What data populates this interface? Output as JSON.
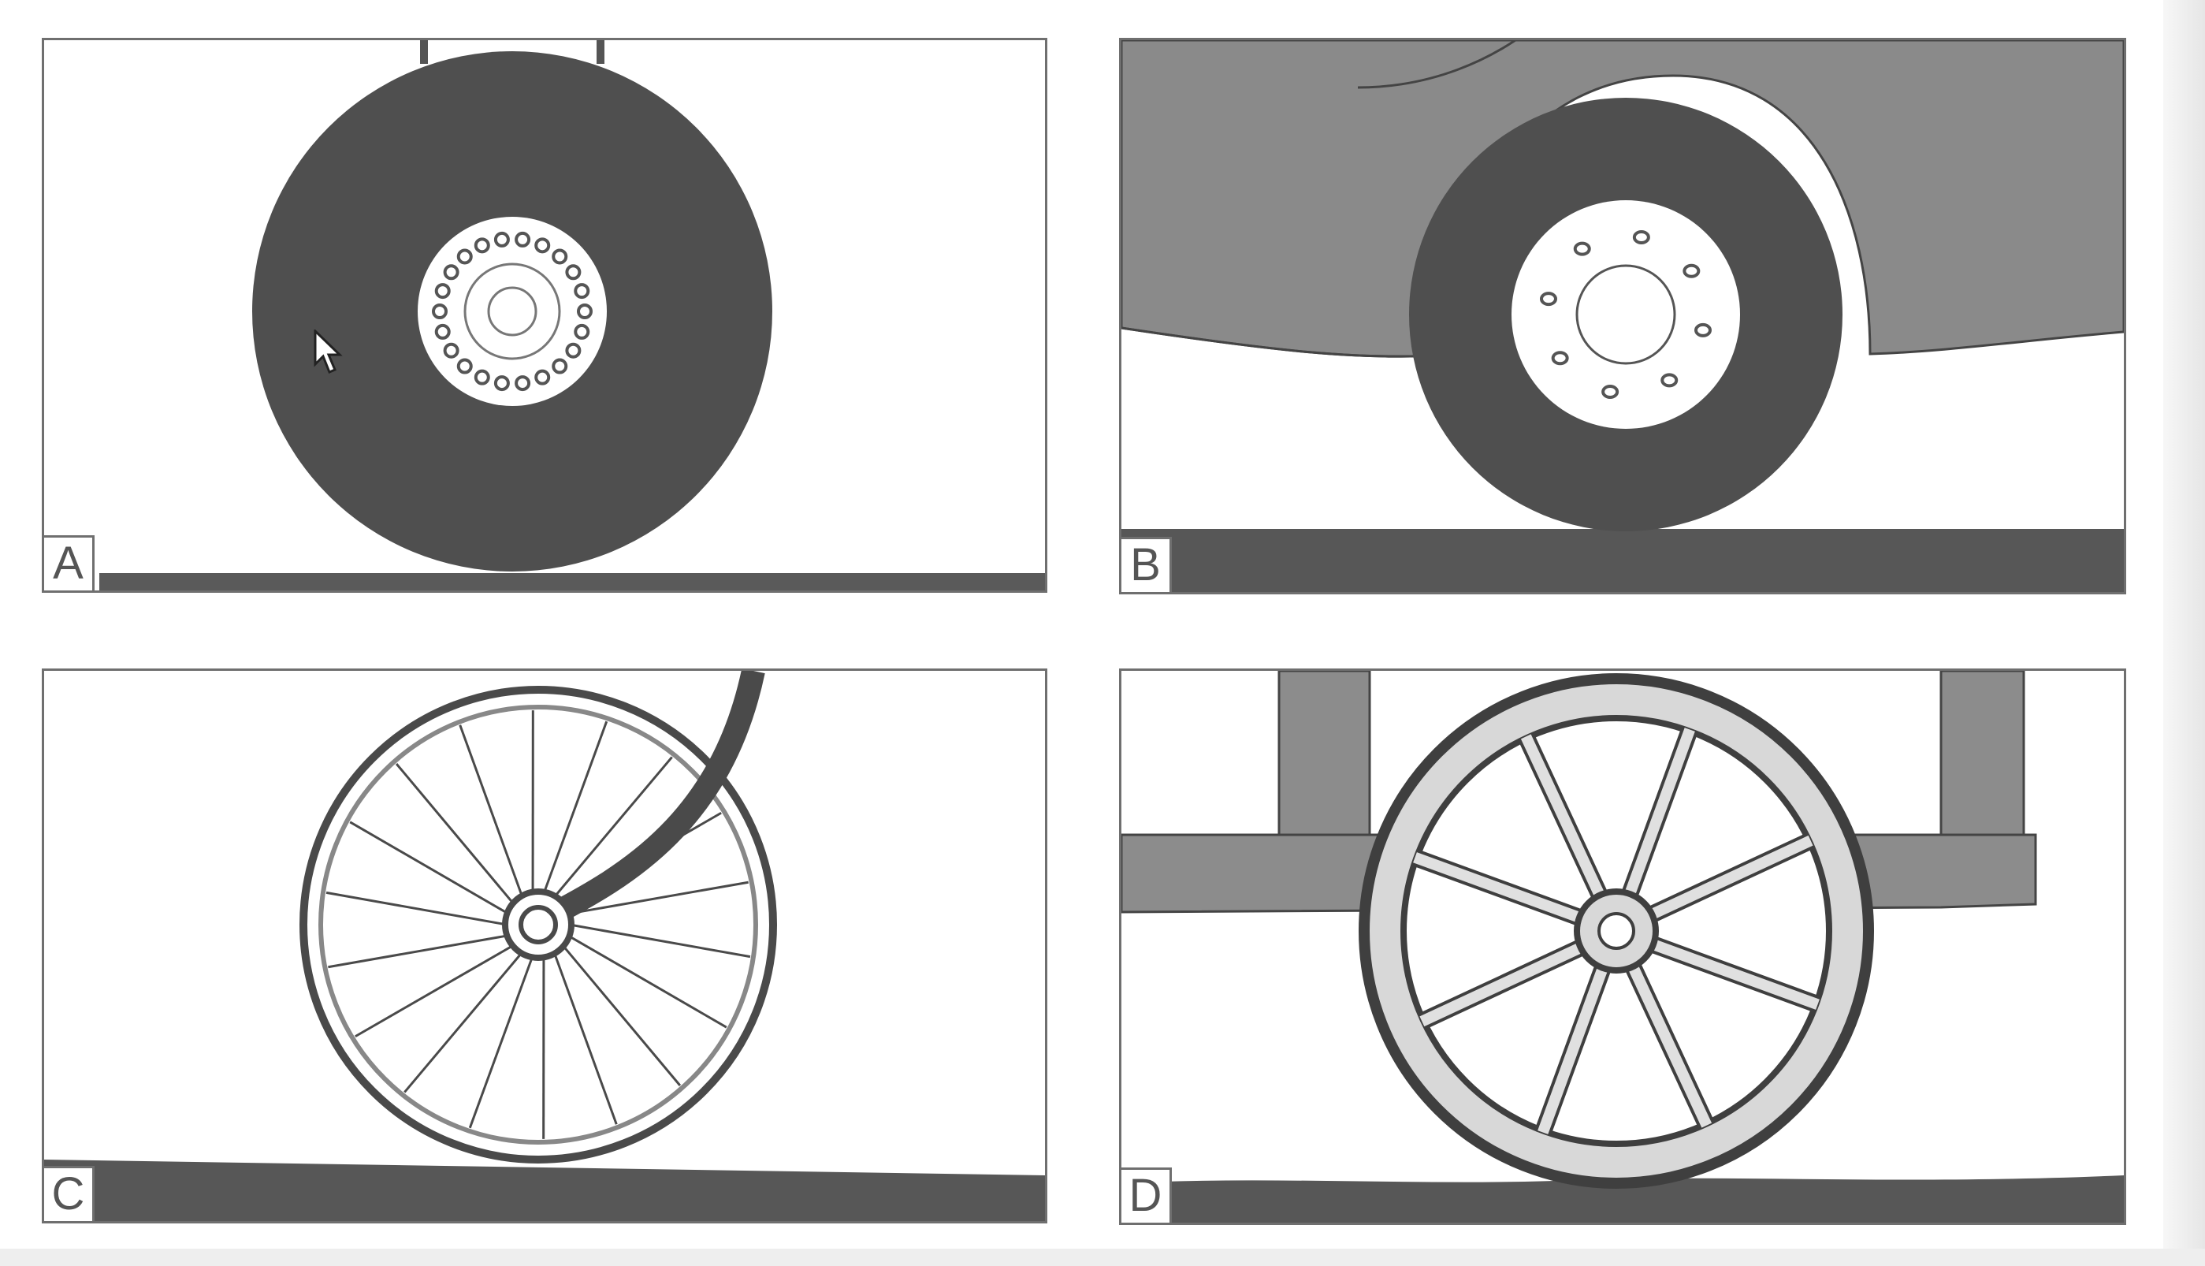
{
  "panels": [
    {
      "label": "A",
      "subject": "solid-rubber-tire"
    },
    {
      "label": "B",
      "subject": "car-tire-under-fender"
    },
    {
      "label": "C",
      "subject": "bicycle-wheel"
    },
    {
      "label": "D",
      "subject": "wooden-wagon-wheel"
    }
  ],
  "colors": {
    "ink": "#4a4a4a",
    "ground": "#575757",
    "tire": "#4f4f4f",
    "car_body": "#8a8a8a",
    "wood": "#8c8c8c",
    "paper": "#ffffff"
  },
  "cursor": {
    "icon": "arrow-cursor-icon"
  }
}
